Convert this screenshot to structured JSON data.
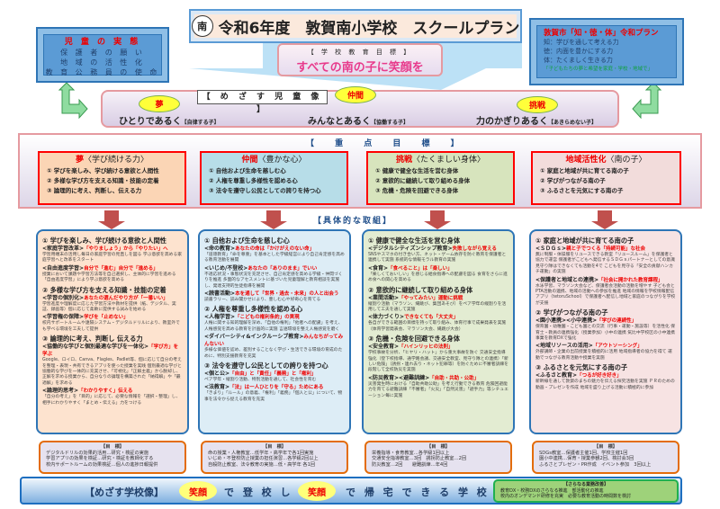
{
  "title": {
    "seal": "南",
    "text": "令和6年度　敦賀南小学校　スクールプラン"
  },
  "left_box": {
    "title": "児 童 の 実 態",
    "lines": [
      "保 護 者 の 願 い",
      "地 域 の 活 性 化",
      "教 育 公 務 員 の 使 命"
    ]
  },
  "right_box": {
    "title": "敦賀市「知・徳・体」令和プラン",
    "lines": [
      "知：学びを通して考える力",
      "徳：内面を豊かにする力",
      "体：たくましく生きる力"
    ],
    "note": "「子どもたちの夢と希望を家庭・学校・地域で」"
  },
  "school_goal": {
    "label": "【 学 校 教 育 目 標 】",
    "text": "すべての南の子に笑顔を"
  },
  "meza": {
    "label": "【 め ざ す 児 童 像 】",
    "ovals": [
      "夢",
      "仲間",
      "挑戦"
    ],
    "children": [
      {
        "main": "ひとりであるく",
        "sub": "【自律する子】"
      },
      {
        "main": "みんなとあるく",
        "sub": "【協働する子】"
      },
      {
        "main": "力のかぎりあるく",
        "sub": "【あきらめない子】"
      }
    ]
  },
  "jyuten": {
    "title": "【 重 点 目 標 】",
    "boxes": [
      {
        "key": "夢",
        "desc": "〈学び続ける力〉",
        "items": [
          "① 学びを楽しみ、学び続ける意欲と人間性",
          "② 多様な学び方を支える知識・技能の定着",
          "③ 論理的に考え、判断し、伝える力"
        ]
      },
      {
        "key": "仲間",
        "desc": "〈豊かな心〉",
        "items": [
          "① 自他および生命を慈しむ心",
          "② 人権を尊重し多様性を認める心",
          "③ 法令を遵守し公民としての誇りを持つ心"
        ]
      },
      {
        "key": "挑戦",
        "desc": "〈たくましい身体〉",
        "items": [
          "① 健康で健全な生活を営む身体",
          "② 意欲的に継続して取り組める身体",
          "③ 危機・危険を回避できる身体"
        ]
      },
      {
        "key": "地域活性化",
        "desc": "〈南の子〉",
        "items": [
          "① 家庭と地域が共に育てる南の子",
          "② 学びがつながる南の子",
          "③ ふるさとを元気にする南の子"
        ]
      }
    ]
  },
  "gutai_label": "【具体的な取組】",
  "columns": [
    [
      {
        "t": "h",
        "x": "① 学びを楽しみ、学び続ける意欲と人間性"
      },
      {
        "t": "s",
        "x": "<家庭学習改革>",
        "r": "「やりましょう」から「やりたい」へ"
      },
      {
        "t": "b",
        "x": "学習用端末の活用し毎日の家庭学習の見直しを図る 学ぶ意欲を高める家庭学習へと改革をスタート"
      },
      {
        "t": "s",
        "x": "<自由進度学習>",
        "r": "自分で「進む」自分で「進める」"
      },
      {
        "t": "b",
        "x": "授業において課題や学習方法等を自己選択し、主体的に学習を進める「自由進度学習」により学ぶ意欲を高める"
      },
      {
        "t": "h",
        "x": "② 多様な学び方を支える知識・技能の定着"
      },
      {
        "t": "s",
        "x": "<学習の個別化>",
        "r": "あなたの選んだやり方が「一番いい」"
      },
      {
        "t": "b",
        "x": "学習進度や理解度に応じた学習方法や教材を提供（紙、デジタル、実証、録画等）個に応じて柔軟に提供する試みを始める"
      },
      {
        "t": "s",
        "x": "<学習権の保障>",
        "r": "学びを「止めない」"
      },
      {
        "t": "b",
        "x": "校内サポートルームや遠隔システム・デジタルドリルにより、教室外でも学べる環境を工夫して提供"
      },
      {
        "t": "h",
        "x": "③ 論理的に考え、判断し 伝える力"
      },
      {
        "t": "s",
        "x": "<協働的な学びと個別最適な学びを一体化>",
        "r": "「学び方」を学ぶ"
      },
      {
        "t": "b",
        "x": "Google、ロイロ、Canva、Flagles、Padlet等、個に応じて自分の考えを整理・表現・共有できるアプリを使った授業を実践 個別最適な学びと協働的な学びを一体的に充実させ、「可視化」「正解主義」から脱却し、正解を求める授業から、自分なりの論理を構築された「納得解」や「最適解」を求める"
      },
      {
        "t": "s",
        "x": "<論理的思考>",
        "r": "「わかりやすく」伝える"
      },
      {
        "t": "b",
        "x": "「自分の考え」を「目的」に応じて、必要な情報を「選択・整理」し、相手にわかりやすく「まとめ・伝える」力をつける"
      }
    ],
    [
      {
        "t": "h",
        "x": "① 自他および生命を慈しむ心"
      },
      {
        "t": "s",
        "x": "<命の教育>",
        "r": "あなたの命は「かけがえのない命」"
      },
      {
        "t": "b",
        "x": "「道徳教育」「命を尊重」を基本とした学級経営により自己肯定感を高める教育活動を展開"
      },
      {
        "t": "s",
        "x": "<いじめ/不登校>",
        "r": "あなたの「ありのまま」でいい"
      },
      {
        "t": "b",
        "x": "不適応状況・事態状況を充足させ、自己肯定感を高める学級・仲間づくりを推進 多面的なアセスメントに基づいた児童理解と教育相談を実施し、発達支持的生徒指導を展開"
      },
      {
        "t": "s",
        "x": "<読書活動>",
        "r": "本を通して「世界・過去・未来」の人と出会う"
      },
      {
        "t": "b",
        "x": "読書ラリー、読み聞かせにより、豊しむ心や好奇心を育てる"
      },
      {
        "t": "h",
        "x": "② 人権を尊重し多様性を認める心"
      },
      {
        "t": "s",
        "x": "<人権学習>",
        "r": "「こどもの権利条約」の実現"
      },
      {
        "t": "b",
        "x": "人権に関する知的理解を深め、「自他の権利」「他者への配慮」を考え、人権感覚を高める教育を計画的に実施 言語環境を整え人権感覚を磨く"
      },
      {
        "t": "s",
        "x": "<ダイバーシティ&インクルーシブ教育>",
        "r": "みんなちがってみんないい"
      },
      {
        "t": "b",
        "x": "多様な価値を認め、差別することなく学び・生活できる環境の育成のために、特別支援教育を充実"
      },
      {
        "t": "h",
        "x": "③ 法令を遵守し公民としての誇りを持つ心"
      },
      {
        "t": "s",
        "x": "<個と公>",
        "r": "「自由」と「責任」「義務」と「権利」"
      },
      {
        "t": "b",
        "x": "ペア学年・縦割り活動、特別活動を通して、社会性を育む"
      },
      {
        "t": "s",
        "x": "<法教育>",
        "r": "「法」は一人ひとりを「守る」ためにある"
      },
      {
        "t": "b",
        "x": "「きまり」「ルール」の意義、「権利」「義務」「個人と公」について、物事を法令から捉える教育を充実"
      }
    ],
    [
      {
        "t": "h",
        "x": "① 健康で健全な生活を営む身体"
      },
      {
        "t": "s",
        "x": "<デジタルシティズンシップ教育>",
        "r": "失敗しながら覚える"
      },
      {
        "t": "b",
        "x": "SNSやスマホの付き合い方、ネット・ゲーム依存を防ぐ教育を保護者と連携して実施 系統的な情報モラル教育の実施"
      },
      {
        "t": "s",
        "x": "<食育>",
        "r": "「食べること」は「楽しい」"
      },
      {
        "t": "b",
        "x": "「楽しくておいしい」を感じる給食指導への配慮を図る 食育をさらに進め食への関心を高める"
      },
      {
        "t": "h",
        "x": "② 意欲的に継続して取り組める身体"
      },
      {
        "t": "s",
        "x": "<業間活動>",
        "r": "「やってみたい」運動に挑戦"
      },
      {
        "t": "b",
        "x": "縦割り活動（マラソン、縄跳び、集団あそび）をペア学年の縦割りを活用して工夫を通して実施"
      },
      {
        "t": "s",
        "x": "<体力づくり>",
        "r": "できなくても「大丈夫」"
      },
      {
        "t": "b",
        "x": "各自ができる範囲の目標を持って取り組み、体育行事で成果発表を実施（体育学習発表会、マラソン大会、縄跳び大会）"
      },
      {
        "t": "h",
        "x": "③ 危機・危険を回避できる身体"
      },
      {
        "t": "s",
        "x": "<安全教育>",
        "r": "「ハインリッヒの法則」"
      },
      {
        "t": "b",
        "x": "学校事故を分析、「ヒヤリ・ハット」から重大事故を防ぐ 交通安全指導強化（登下校指導、通学路会議、交通安全教室、見守り隊との連携）「新しい危険」（誘拐・連れ去り・ネット犯罪等）を防ぐために不審者訓練を段階して全校防災を実施"
      },
      {
        "t": "s",
        "x": "<防災教育><避難訓練>",
        "r": "「自助・共助・公助」"
      },
      {
        "t": "b",
        "x": "災害発生時における「自助共助公助」を考え行動できる教育 危険回避能力を育てる避難訓練「不審者」「火災」「自然災害」「避手力」等シチュエーション毎に実施"
      }
    ],
    [
      {
        "t": "h",
        "x": "① 家庭と地域が共に育てる南の子"
      },
      {
        "t": "s",
        "x": "<ＳＤＧｓ>",
        "r": "親と子でつくる「持続可能」な社会"
      },
      {
        "t": "b",
        "x": "無に制服・体操服をリユースできる教室「リユースルーム」を保護者と協力で運営 保護者がこどもへ発信するＳＤＧｓパートナーとしての意識 見守り隊はできなくても活動を4で こどもを見守る「安全の貢献ハンカチ運動」の実施"
      },
      {
        "t": "s",
        "x": "<保護者と地域との連携>",
        "r": "「社会に開かれた教育課程」"
      },
      {
        "t": "b",
        "x": "水泳学習、マラソン大会など、保護者会活動の活動を増やす 子ども会とPTA活動の連携、地域の活動への参加を推進 地域の情報を学校情報配信アプリ（tetoruSchool）で保護者へ配信し地域と家庭のつながりを学校が支援"
      },
      {
        "t": "h",
        "x": "② 学びがつながる南の子"
      },
      {
        "t": "s",
        "x": "<園小連携><小中連携>",
        "r": "「学びの連続性」"
      },
      {
        "t": "b",
        "x": "保育園・幼稚園・こども園との交流（行事・運動・施設等）を活性化 保育士・教員の連携強化（授業参加）小中の連携 気比中学校区の小中連携事業を教育DXで強化"
      },
      {
        "t": "s",
        "x": "<地域リソースの活用>",
        "r": "「アウトソーシング」"
      },
      {
        "t": "b",
        "x": "外部講師・企業の出前授業を積極的に活用 地域指導者の協力を得て 運動でつながる教育活動や授業を実施"
      },
      {
        "t": "h",
        "x": "③ ふるさとを元気にする南の子"
      },
      {
        "t": "s",
        "x": "<ふるさと教育>",
        "r": "「つるが好き好き」"
      },
      {
        "t": "b",
        "x": "新幹線を通して敦賀のまちの魅力を伝える探究活動を実施 ＰＲのための動画・プレゼンを作成 地域を盛り上げる活動に積極的に参加"
      }
    ]
  ],
  "mokuhyo": [
    {
      "title": "【目　標】",
      "lines": [
        "デジタルドリルの効果的活用…研究・検証の実施",
        "学習アプリの効果を検証…研究・検証を教師化する",
        "校内サポートルームの効果検証…個人の進捗日報提供"
      ]
    },
    {
      "title": "【目　標】",
      "lines": [
        "命の授業・人権教室…低学年・高学年で各1回実施",
        "いじめ・不登校防止授業の担任演習…各学級2回以上",
        "自殺防止教室、法令教育の実施…低・高学年 各1回"
      ]
    },
    {
      "title": "【目　標】",
      "lines": [
        "栄養指導・食育教室…各学級1回以上",
        "交通安全指導教室…3回　誘拐防止教室…2回",
        "防災教室…2回　　避難訓練…年4回"
      ]
    },
    {
      "title": "【目　標】",
      "lines": [
        "SDGs教室…保護者主催1回、学校主催1回",
        "園小中連携…保育・授業参観2回、検討会3回",
        "ふるさとプレゼン・PR作成　イベント参加　3回以上"
      ]
    }
  ],
  "bottom": {
    "label": "【めざす学校像】",
    "egao": "笑顔",
    "mid": "で 登 校 し",
    "end": "で 帰 宅 で き る 学 校",
    "kaizen": {
      "title": "【さらなる業務改善】",
      "lines": [
        "教育DX・校務DXのさらなる推進　部活動化の推進",
        "校内のオンデマンド研修を充実　必要な教育活動の時間数を検討"
      ]
    }
  },
  "colors": {
    "col_bg": [
      "#fde3cf",
      "#ddedf6",
      "#e3ecd2",
      "#f7e3e3"
    ],
    "jbox_bg": [
      "#fbd5b5",
      "#b7dde8",
      "#d7e4bd",
      "#f2dcdb"
    ]
  }
}
